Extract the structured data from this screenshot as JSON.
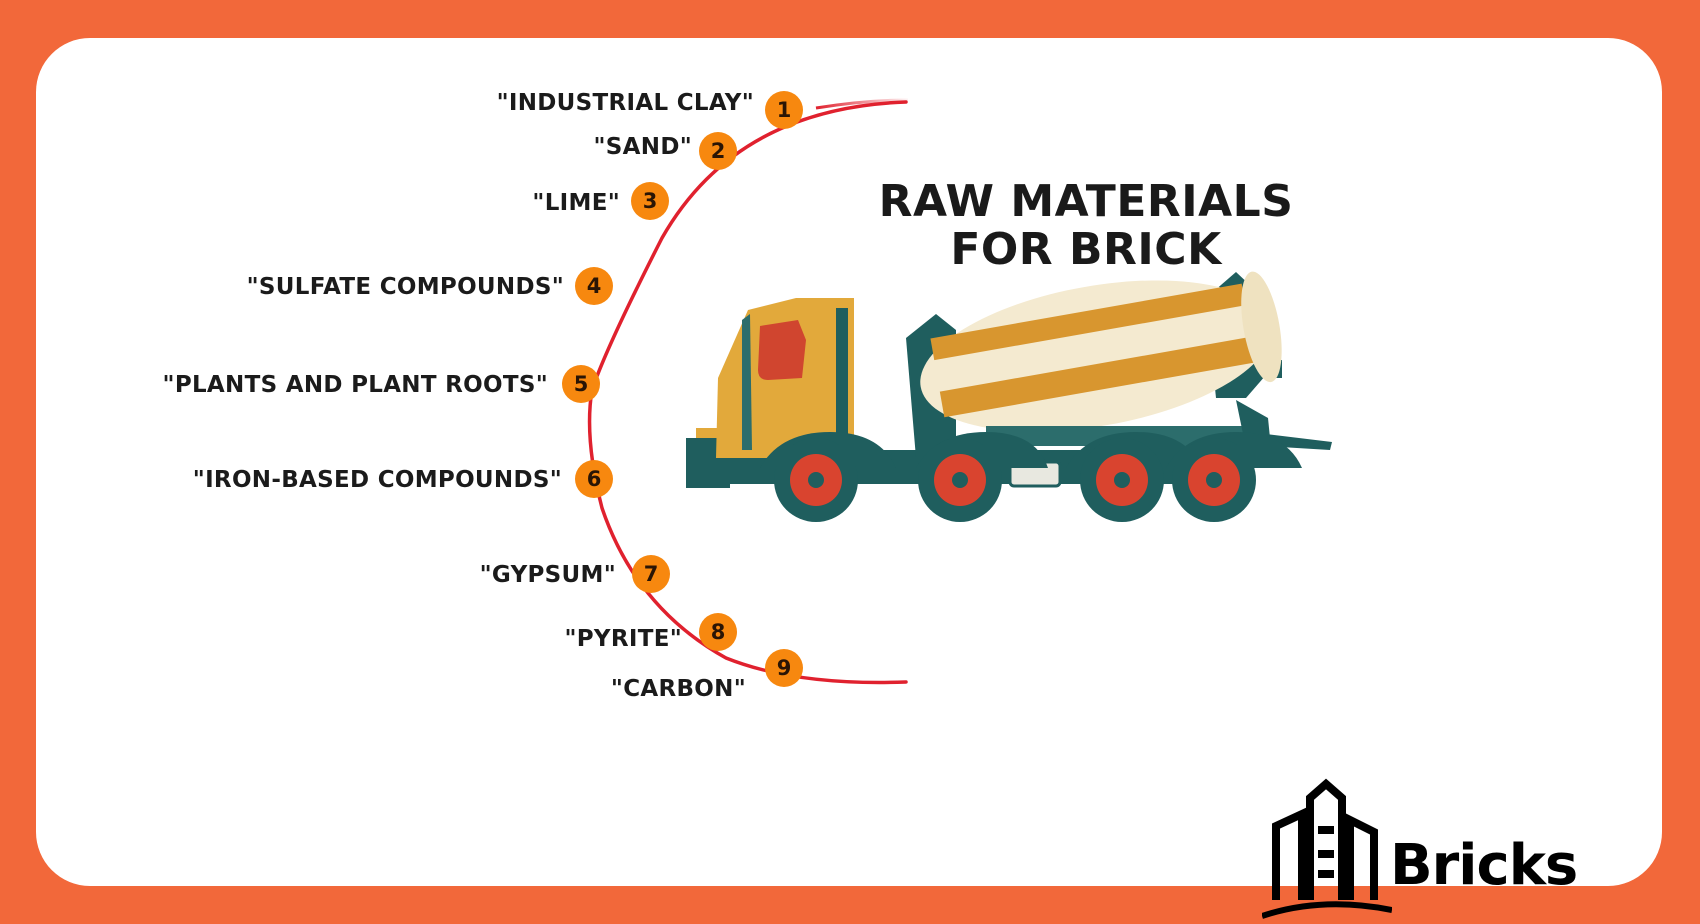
{
  "title": {
    "line1": "RAW MATERIALS",
    "line2": "FOR BRICK"
  },
  "materials": [
    {
      "number": "1",
      "label": "\"INDUSTRIAL CLAY\""
    },
    {
      "number": "2",
      "label": "\"SAND\""
    },
    {
      "number": "3",
      "label": "\"LIME\""
    },
    {
      "number": "4",
      "label": "\"SULFATE COMPOUNDS\""
    },
    {
      "number": "5",
      "label": "\"PLANTS AND PLANT ROOTS\""
    },
    {
      "number": "6",
      "label": "\"IRON-BASED COMPOUNDS\""
    },
    {
      "number": "7",
      "label": "\"GYPSUM\""
    },
    {
      "number": "8",
      "label": "\"PYRITE\""
    },
    {
      "number": "9",
      "label": "\"CARBON\""
    }
  ],
  "logo": {
    "text": "Bricks",
    "icon": "building-skyline-icon"
  },
  "illustration": {
    "icon": "cement-mixer-truck-icon"
  },
  "colors": {
    "background": "#f2683a",
    "card": "#ffffff",
    "arc": "#e0212e",
    "badge": "#f7880f",
    "truck_body": "#1f5e5e",
    "truck_cab": "#e2a93b",
    "wheel_rim": "#d9442f"
  }
}
